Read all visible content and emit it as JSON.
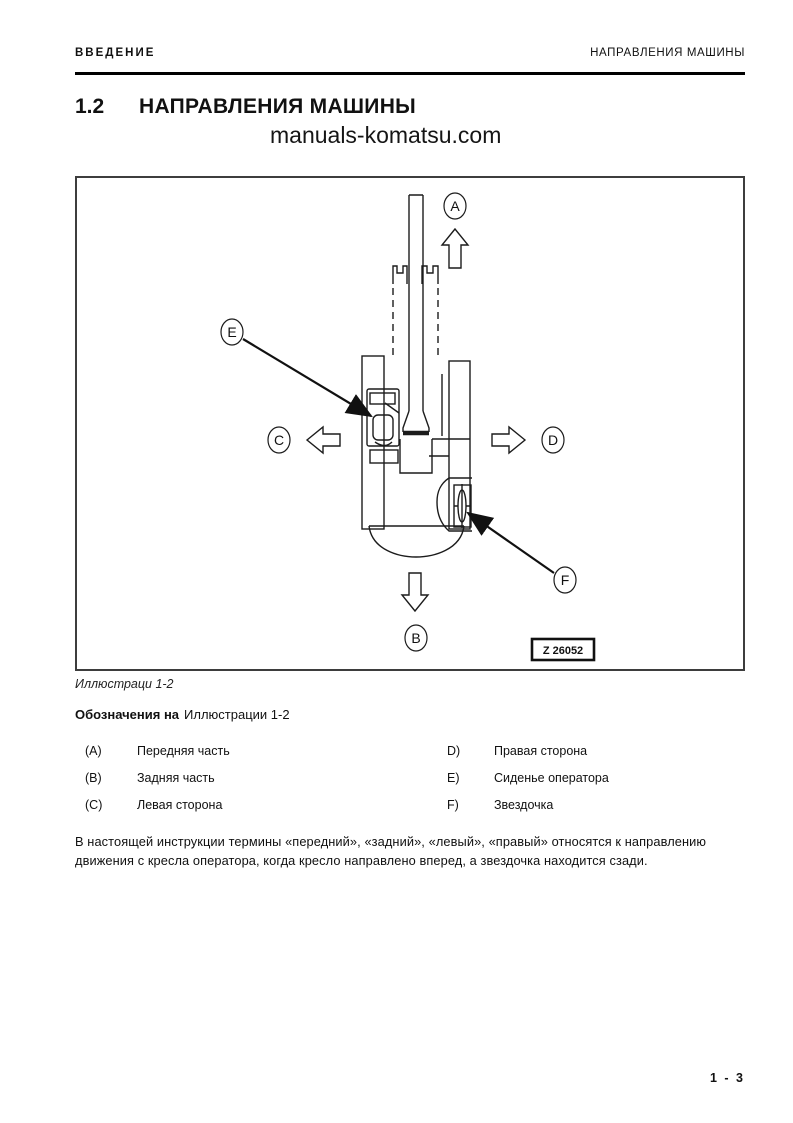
{
  "header": {
    "left": "ВВЕДЕНИЕ",
    "right": "НАПРАВЛЕНИЯ МАШИНЫ"
  },
  "title": {
    "number": "1.2",
    "text": "НАПРАВЛЕНИЯ МАШИНЫ"
  },
  "watermark": "manuals-komatsu.com",
  "figure": {
    "caption": "Иллюстраци 1-2",
    "drawing_number": "Z 26052",
    "labels": {
      "a": "A",
      "b": "B",
      "c": "C",
      "d": "D",
      "e": "E",
      "f": "F"
    }
  },
  "legend": {
    "heading_bold": "Обозначения на",
    "heading_rest": "Иллюстрации 1-2",
    "left": [
      {
        "key": "(A)",
        "label": "Передняя часть"
      },
      {
        "key": "(B)",
        "label": "Задняя часть"
      },
      {
        "key": "(C)",
        "label": "Левая сторона"
      }
    ],
    "right": [
      {
        "key": "D)",
        "label": "Правая сторона"
      },
      {
        "key": "E)",
        "label": "Сиденье оператора"
      },
      {
        "key": "F)",
        "label": "Звездочка"
      }
    ]
  },
  "paragraph": "В настоящей инструкции термины «передний», «задний», «левый», «правый» относятся к направлению движения с кресла оператора, когда кресло направлено вперед, а звездочка находится сзади.",
  "footer": {
    "page_number": "1 - 3"
  }
}
